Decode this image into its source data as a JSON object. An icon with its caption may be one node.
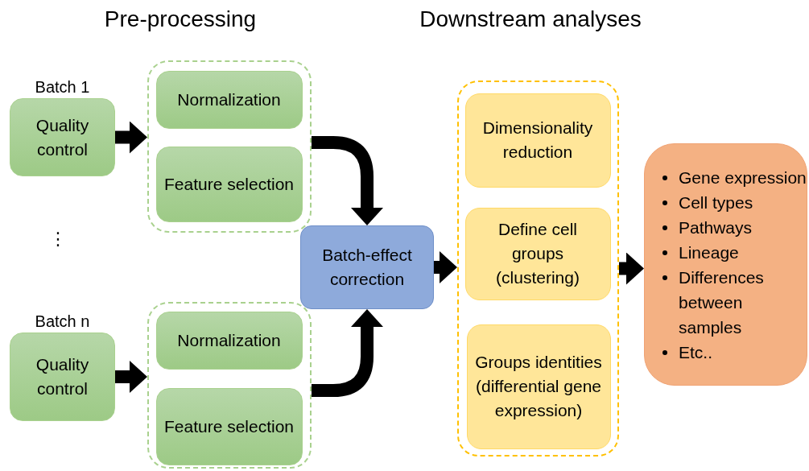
{
  "diagram": {
    "nodes": [
      {
        "text": [
          "Quality control"
        ],
        "beside": [
          "Batch 1"
        ]
      },
      {
        "text": [],
        "shape": "box"
      },
      {
        "text": [
          "Normalization"
        ],
        "in": 1
      },
      {
        "text": [
          "Feature selection"
        ],
        "in": 1
      },
      {
        "text": [
          "Quality control"
        ],
        "beside": [
          "Batch n"
        ]
      },
      {
        "text": [],
        "shape": "box"
      },
      {
        "text": [
          "Normalization"
        ],
        "in": 5
      },
      {
        "text": [
          "Feature selection"
        ],
        "in": 5
      },
      {
        "text": [
          "Batch-effect correction"
        ]
      },
      {
        "text": [],
        "shape": "box"
      },
      {
        "text": [
          "Dimensionality reduction"
        ],
        "in": 9
      },
      {
        "text": [
          "Define cell groups (clustering)"
        ],
        "in": 9
      },
      {
        "text": [
          "Groups identities (differential gene expression)"
        ],
        "in": 9
      },
      {
        "text": [
          "Gene expression",
          "Cell types",
          "Pathways",
          "Lineage",
          "Differences between samples",
          "Etc.."
        ]
      }
    ],
    "edges": [
      {
        "from": 0,
        "to": 1,
        "arrow": "to"
      },
      {
        "from": 4,
        "to": 5,
        "arrow": "to"
      },
      {
        "from": 1,
        "to": 8,
        "arrow": "to"
      },
      {
        "from": 5,
        "to": 8,
        "arrow": "to"
      },
      {
        "from": 8,
        "to": 9,
        "arrow": "to"
      },
      {
        "from": 9,
        "to": 13,
        "arrow": "to"
      }
    ],
    "labels": [
      "Pre-processing",
      "Downstream analyses",
      "⋮"
    ]
  }
}
